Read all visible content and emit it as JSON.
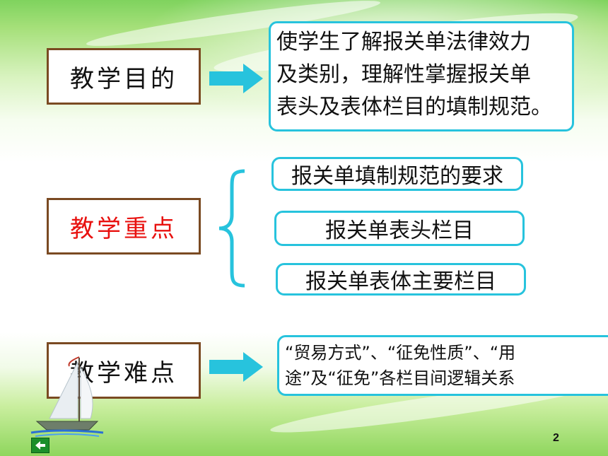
{
  "objective": {
    "label": "教学目的",
    "lines": [
      "使学生了解报关单法律效力",
      "及类别，理解性掌握报关单",
      "表头及表体栏目的填制规范。"
    ]
  },
  "key_points": {
    "label": "教学重点",
    "label_color": "#e8110f",
    "items": [
      "报关单填制规范的要求",
      "报关单表头栏目",
      "报关单表体主要栏目"
    ]
  },
  "difficulty": {
    "label": "教学难点",
    "lines": [
      "“贸易方式”、“征免性质”、“用",
      "途”及“征免”各栏目间逻辑关系"
    ]
  },
  "page_number": "2",
  "colors": {
    "box_border": "#7a4a22",
    "info_border": "#27c3dd",
    "arrow": "#27c3dd"
  },
  "icons": {
    "decor": "sailboat-icon",
    "nav": "back-arrow-icon"
  }
}
